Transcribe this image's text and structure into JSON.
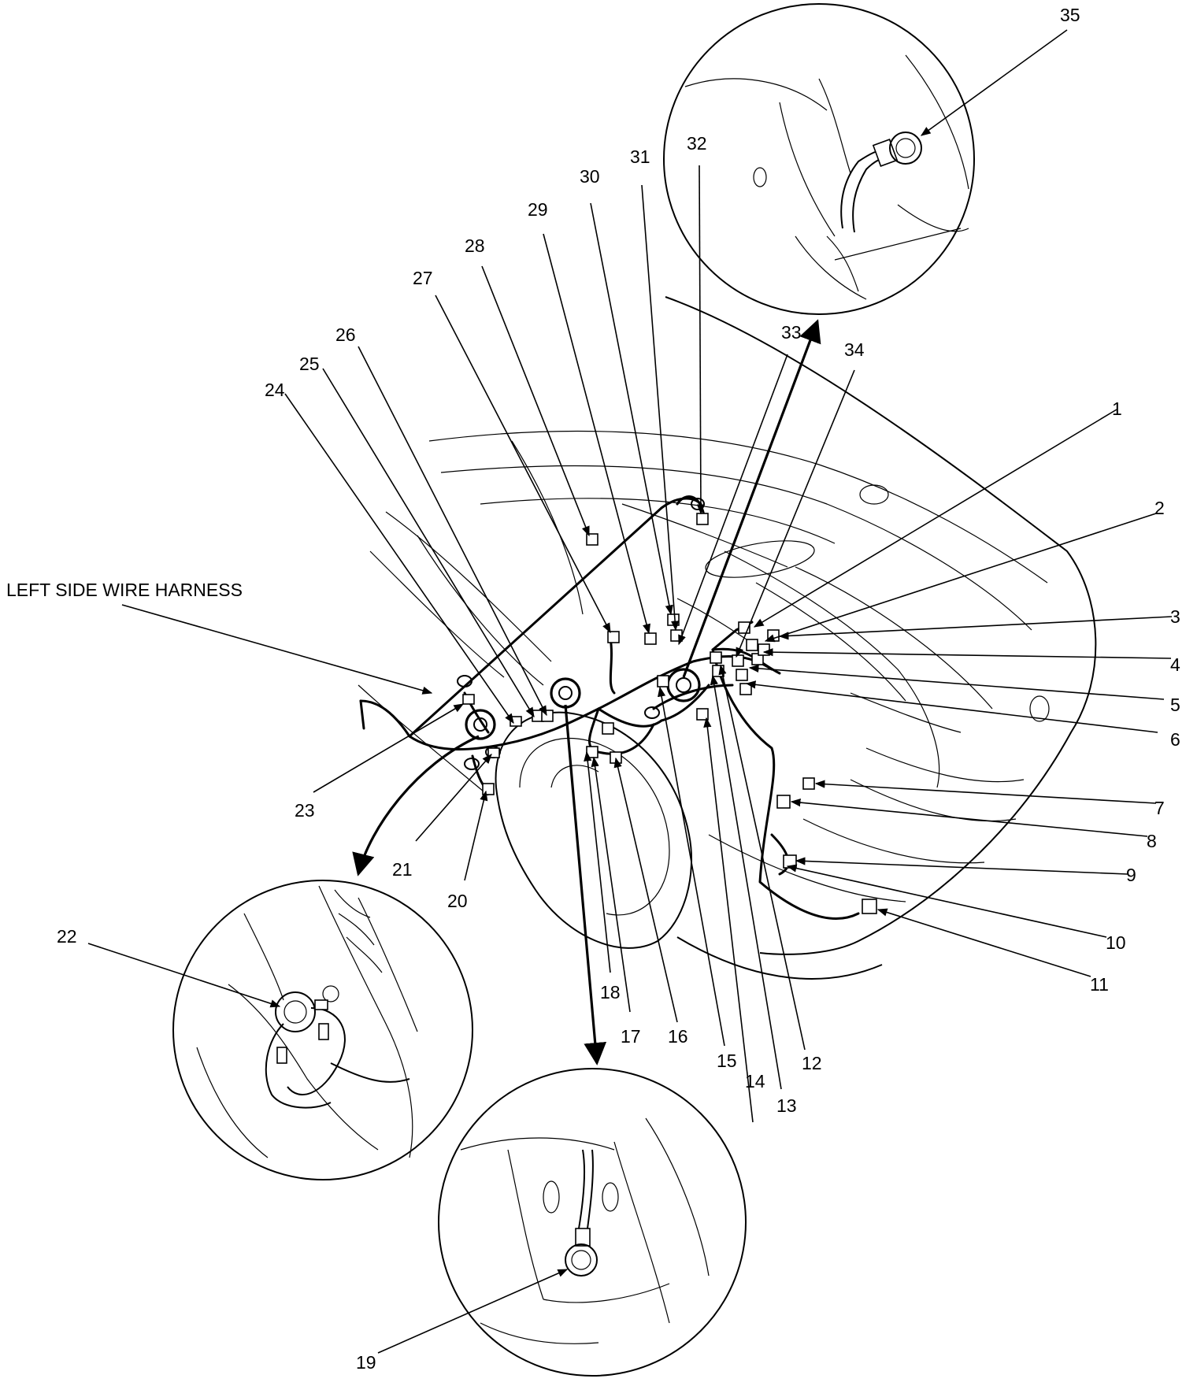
{
  "harness_label": "LEFT SIDE WIRE HARNESS",
  "callouts": [
    {
      "id": "1",
      "text": "1"
    },
    {
      "id": "2",
      "text": "2"
    },
    {
      "id": "3",
      "text": "3"
    },
    {
      "id": "4",
      "text": "4"
    },
    {
      "id": "5",
      "text": "5"
    },
    {
      "id": "6",
      "text": "6"
    },
    {
      "id": "7",
      "text": "7"
    },
    {
      "id": "8",
      "text": "8"
    },
    {
      "id": "9",
      "text": "9"
    },
    {
      "id": "10",
      "text": "10"
    },
    {
      "id": "11",
      "text": "11"
    },
    {
      "id": "12",
      "text": "12"
    },
    {
      "id": "13",
      "text": "13"
    },
    {
      "id": "14",
      "text": "14"
    },
    {
      "id": "15",
      "text": "15"
    },
    {
      "id": "16",
      "text": "16"
    },
    {
      "id": "17",
      "text": "17"
    },
    {
      "id": "18",
      "text": "18"
    },
    {
      "id": "19",
      "text": "19"
    },
    {
      "id": "20",
      "text": "20"
    },
    {
      "id": "21",
      "text": "21"
    },
    {
      "id": "22",
      "text": "22"
    },
    {
      "id": "23",
      "text": "23"
    },
    {
      "id": "24",
      "text": "24"
    },
    {
      "id": "25",
      "text": "25"
    },
    {
      "id": "26",
      "text": "26"
    },
    {
      "id": "27",
      "text": "27"
    },
    {
      "id": "28",
      "text": "28"
    },
    {
      "id": "29",
      "text": "29"
    },
    {
      "id": "30",
      "text": "30"
    },
    {
      "id": "31",
      "text": "31"
    },
    {
      "id": "32",
      "text": "32"
    },
    {
      "id": "33",
      "text": "33"
    },
    {
      "id": "34",
      "text": "34"
    },
    {
      "id": "35",
      "text": "35"
    }
  ]
}
